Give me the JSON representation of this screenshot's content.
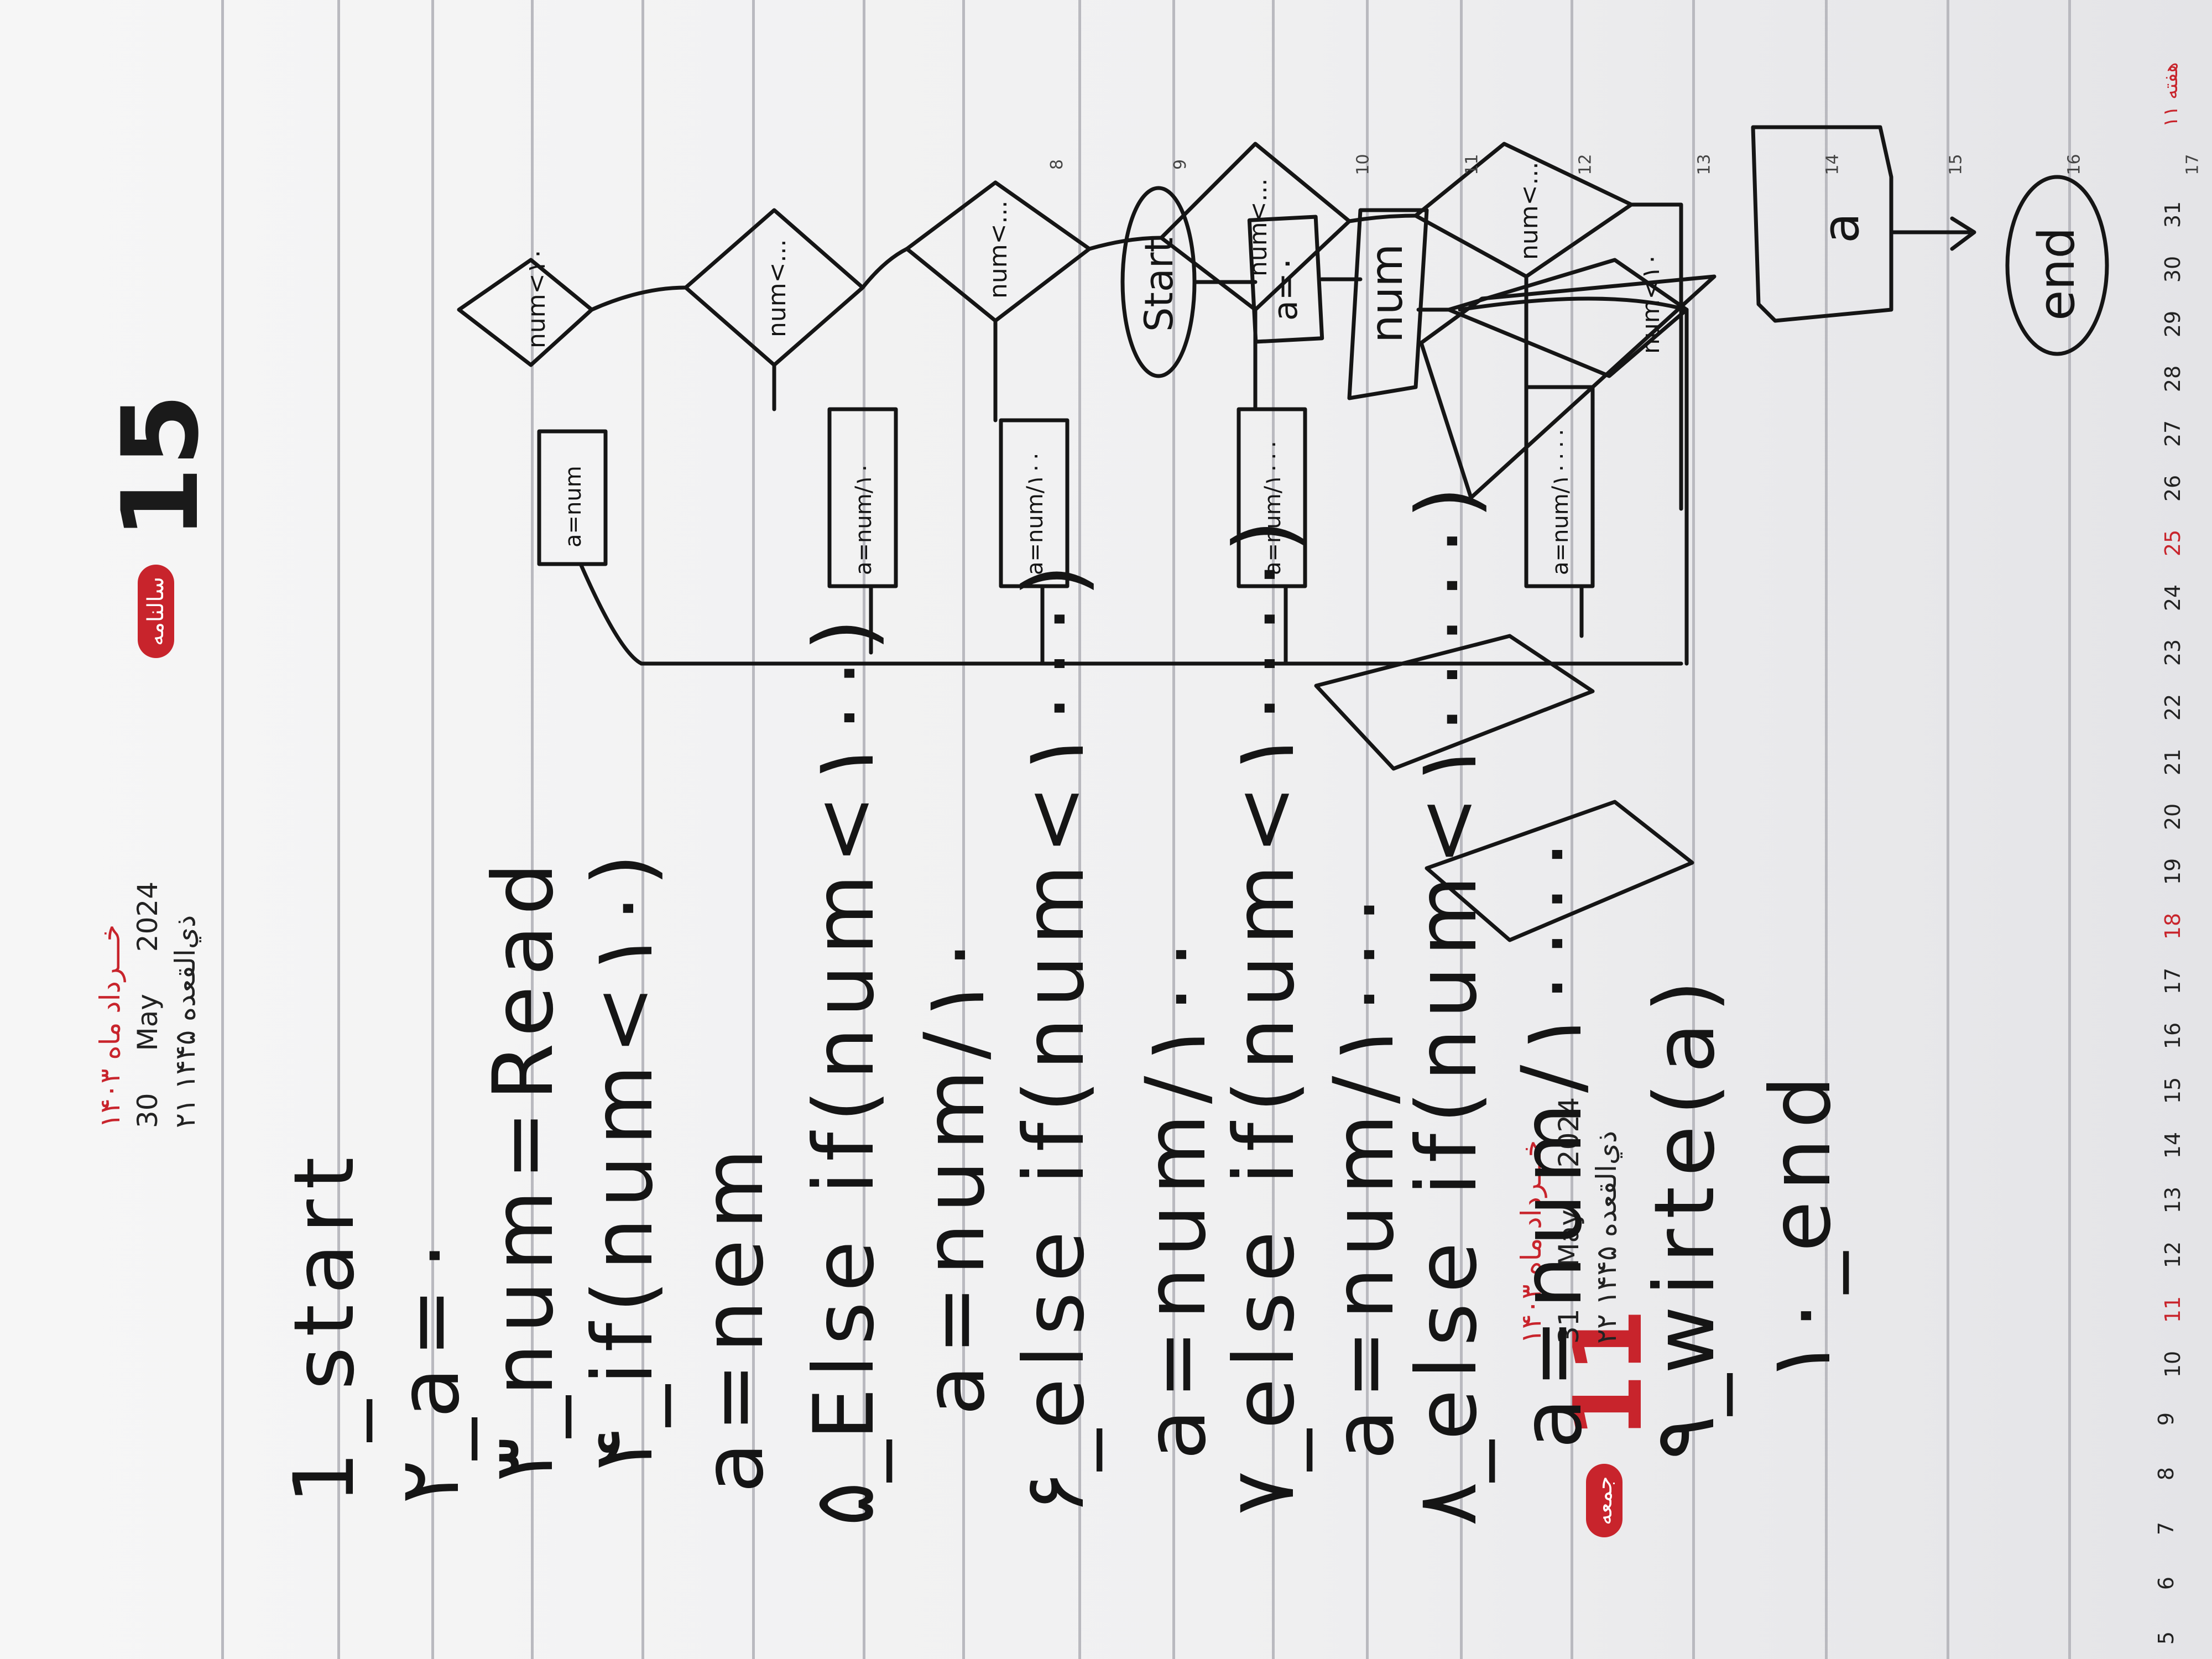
{
  "header_top": {
    "day_number": "15",
    "brand": "سالنامه",
    "persian_month": "خـــرداد ماه ۱۴۰۳",
    "gregorian_day": "30",
    "gregorian_month": "May",
    "gregorian_year": "2024",
    "hijri_line": "۲۱ ذي‌القعده ۱۴۴۵"
  },
  "header_bottom": {
    "day_number": "11",
    "brand": "جمعه",
    "persian_month": "خـــرداد ماه ۱۴۰۳",
    "gregorian_day": "31",
    "gregorian_month": "May",
    "gregorian_year": "2024",
    "hijri_line": "۲۲ ذي‌القعده ۱۴۴۵"
  },
  "code_lines": [
    "1_start",
    "۲_a=۰",
    "۳_num=Read",
    "۴_if(num<۱۰)",
    "a=nem",
    "۵_Else if(num<۱۰۰)",
    "a=num/۱۰",
    "۶_else if(num<۱۰۰۰)",
    "a=num/۱۰۰",
    "۷_else if(num<۱۰۰۰۰)",
    "a=num/۱۰۰۰",
    "۸_else if(num<۱۰۰۰۰۰)",
    "a=num/۱۰۰۰۰",
    "۹_wirte(a)",
    "۱۰_end"
  ],
  "flowchart": {
    "start": "Start",
    "init": "a=۰",
    "input": "num",
    "decisions": [
      "num<۱۰",
      "num<...",
      "num<...",
      "num<...",
      "num<..."
    ],
    "actions": [
      "a=num",
      "a=num/۱۰",
      "a=num/۱۰۰",
      "a=num/۱۰۰۰",
      "a=num/۱۰۰۰۰"
    ],
    "output": "a",
    "end": "end"
  },
  "line_numbers": [
    "8",
    "9",
    "10",
    "11",
    "12",
    "13",
    "14",
    "15",
    "16",
    "17"
  ],
  "bottom_calendar": {
    "week_label": "هفته ۱۱",
    "days": [
      "5",
      "6",
      "7",
      "8",
      "9",
      "10",
      "11",
      "12",
      "13",
      "14",
      "15",
      "16",
      "17",
      "18",
      "19",
      "20",
      "21",
      "22",
      "23",
      "24",
      "25",
      "26",
      "27",
      "28",
      "29",
      "30",
      "31"
    ]
  },
  "colors": {
    "ink": "#151515",
    "brand_red": "#c8242c",
    "paper": "#f2f2f3",
    "rule": "#b9b9bf"
  }
}
